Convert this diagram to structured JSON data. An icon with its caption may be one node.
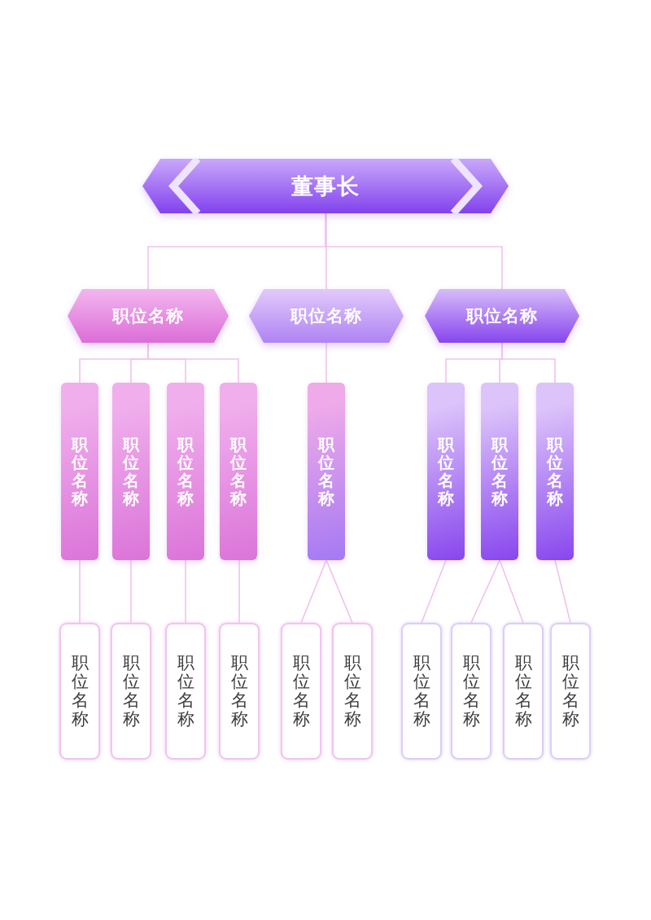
{
  "diagram": {
    "nodes": [
      {
        "text": [
          "董事长"
        ]
      },
      {
        "text": [
          "职位名称"
        ]
      },
      {
        "text": [
          "职位名称"
        ]
      },
      {
        "text": [
          "职位名称"
        ]
      },
      {
        "text": [
          "职位名称"
        ]
      },
      {
        "text": [
          "职位名称"
        ]
      },
      {
        "text": [
          "职位名称"
        ]
      },
      {
        "text": [
          "职位名称"
        ]
      },
      {
        "text": [
          "职位名称"
        ]
      },
      {
        "text": [
          "职位名称"
        ]
      },
      {
        "text": [
          "职位名称"
        ]
      },
      {
        "text": [
          "职位名称"
        ]
      },
      {
        "text": [
          "职位名称"
        ]
      },
      {
        "text": [
          "职位名称"
        ]
      },
      {
        "text": [
          "职位名称"
        ]
      },
      {
        "text": [
          "职位名称"
        ]
      },
      {
        "text": [
          "职位名称"
        ]
      },
      {
        "text": [
          "职位名称"
        ]
      },
      {
        "text": [
          "职位名称"
        ]
      },
      {
        "text": [
          "职位名称"
        ]
      },
      {
        "text": [
          "职位名称"
        ]
      },
      {
        "text": [
          "职位名称"
        ]
      }
    ],
    "edges": [
      {
        "from": 0,
        "to": 1,
        "arrow": "none"
      },
      {
        "from": 0,
        "to": 2,
        "arrow": "none"
      },
      {
        "from": 0,
        "to": 3,
        "arrow": "none"
      },
      {
        "from": 1,
        "to": 4,
        "arrow": "none"
      },
      {
        "from": 1,
        "to": 5,
        "arrow": "none"
      },
      {
        "from": 1,
        "to": 6,
        "arrow": "none"
      },
      {
        "from": 1,
        "to": 7,
        "arrow": "none"
      },
      {
        "from": 2,
        "to": 8,
        "arrow": "none"
      },
      {
        "from": 3,
        "to": 9,
        "arrow": "none"
      },
      {
        "from": 3,
        "to": 10,
        "arrow": "none"
      },
      {
        "from": 3,
        "to": 11,
        "arrow": "none"
      },
      {
        "from": 4,
        "to": 12,
        "arrow": "none"
      },
      {
        "from": 5,
        "to": 13,
        "arrow": "none"
      },
      {
        "from": 6,
        "to": 14,
        "arrow": "none"
      },
      {
        "from": 7,
        "to": 15,
        "arrow": "none"
      },
      {
        "from": 8,
        "to": 16,
        "arrow": "none"
      },
      {
        "from": 8,
        "to": 17,
        "arrow": "none"
      },
      {
        "from": 9,
        "to": 18,
        "arrow": "none"
      },
      {
        "from": 10,
        "to": 19,
        "arrow": "none"
      },
      {
        "from": 10,
        "to": 20,
        "arrow": "none"
      },
      {
        "from": 11,
        "to": 21,
        "arrow": "none"
      }
    ]
  }
}
